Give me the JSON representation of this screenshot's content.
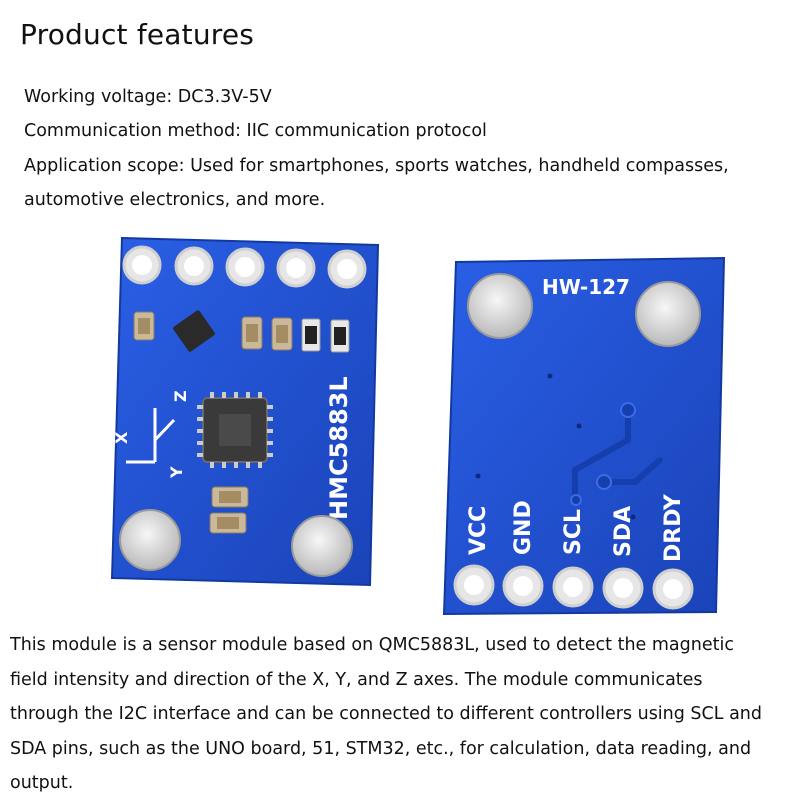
{
  "heading": "Product features",
  "specs": [
    "Working voltage: DC3.3V-5V",
    "Communication method: IIC communication protocol",
    "Application scope: Used for smartphones, sports watches, handheld compasses,",
    "automotive electronics, and more."
  ],
  "board_front": {
    "chip_label": "HMC5883L",
    "axis_labels": [
      "X",
      "Y",
      "Z"
    ]
  },
  "board_back": {
    "model_label": "HW-127",
    "pin_labels": [
      "VCC",
      "GND",
      "SCL",
      "SDA",
      "DRDY"
    ]
  },
  "description_lines": [
    "This module is a sensor module based on QMC5883L, used to detect the magnetic",
    "field intensity and direction of the X, Y, and Z axes. The module communicates",
    "through the I2C interface and can be connected to different controllers using SCL and",
    "SDA pins, such as the UNO board, 51, STM32, etc., for calculation, data reading, and",
    "output."
  ],
  "colors": {
    "pcb_blue": "#1f4fd3",
    "pcb_edge": "#123a9e",
    "silkscreen": "#ffffff",
    "pad_silver": "#dcdcdc"
  }
}
